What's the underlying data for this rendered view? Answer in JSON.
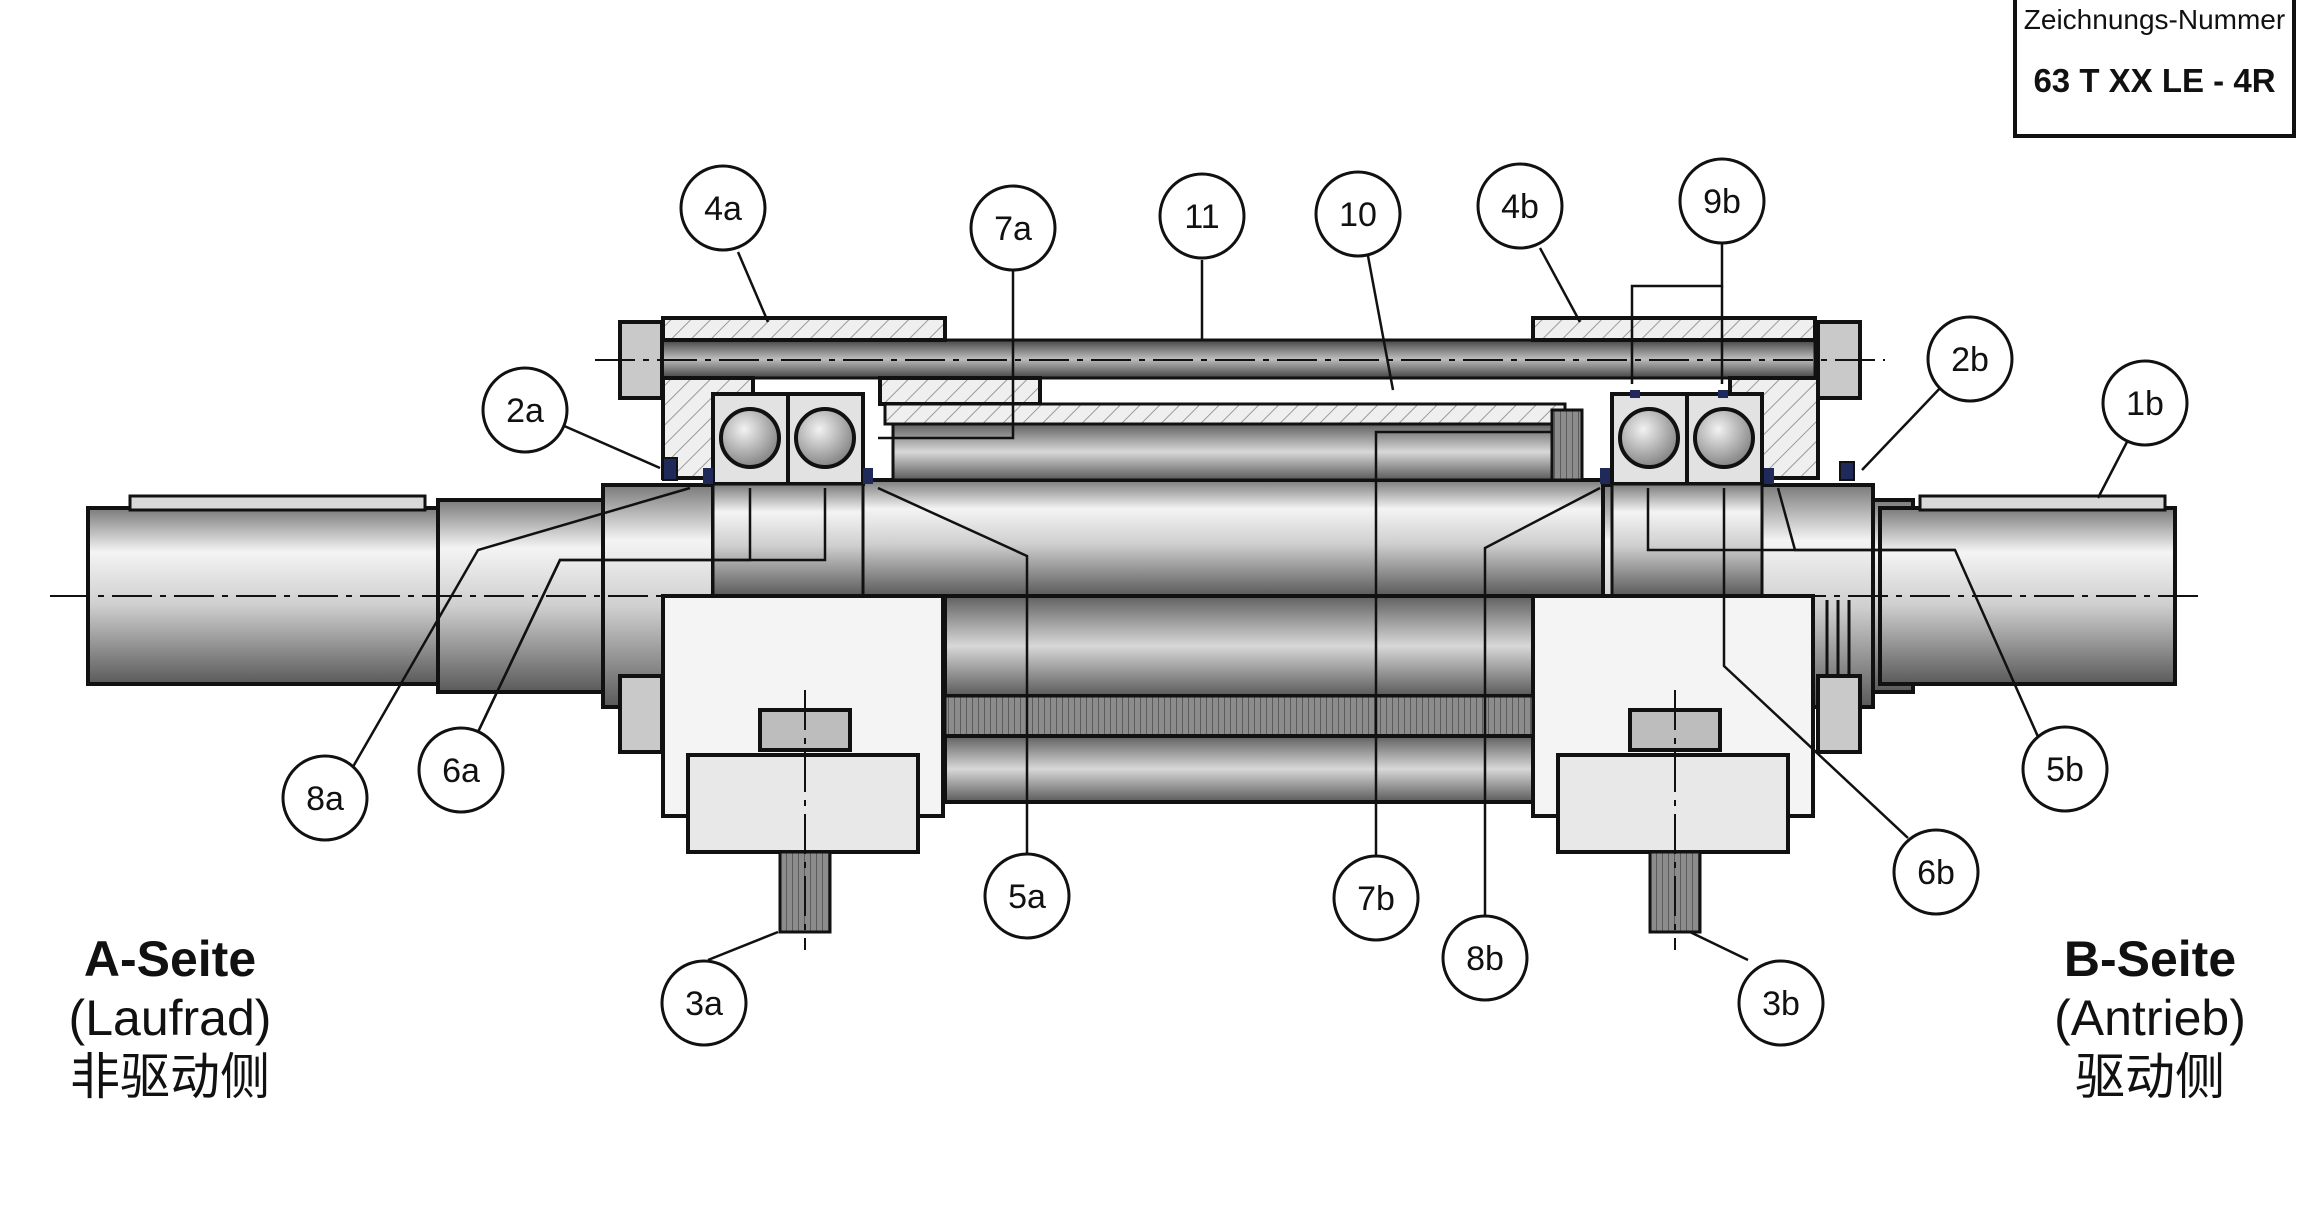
{
  "title_block": {
    "label": "Zeichnungs-Nummer",
    "drawing_number": "63 T XX LE - 4R"
  },
  "side_a": {
    "title": "A-Seite",
    "subtitle": "(Laufrad)",
    "chinese": "非驱动侧"
  },
  "side_b": {
    "title": "B-Seite",
    "subtitle": "(Antrieb)",
    "chinese": "驱动侧"
  },
  "callouts": [
    {
      "id": "4a"
    },
    {
      "id": "7a"
    },
    {
      "id": "11"
    },
    {
      "id": "10"
    },
    {
      "id": "4b"
    },
    {
      "id": "9b"
    },
    {
      "id": "2a"
    },
    {
      "id": "2b"
    },
    {
      "id": "1b"
    },
    {
      "id": "8a"
    },
    {
      "id": "6a"
    },
    {
      "id": "5a"
    },
    {
      "id": "3a"
    },
    {
      "id": "7b"
    },
    {
      "id": "8b"
    },
    {
      "id": "3b"
    },
    {
      "id": "6b"
    },
    {
      "id": "5b"
    }
  ],
  "colors": {
    "line": "#111111",
    "metal_dark": "#4a4a4a",
    "metal_mid": "#9a9a9a",
    "metal_light": "#e6e6e6",
    "seal": "#1f2a5a"
  }
}
